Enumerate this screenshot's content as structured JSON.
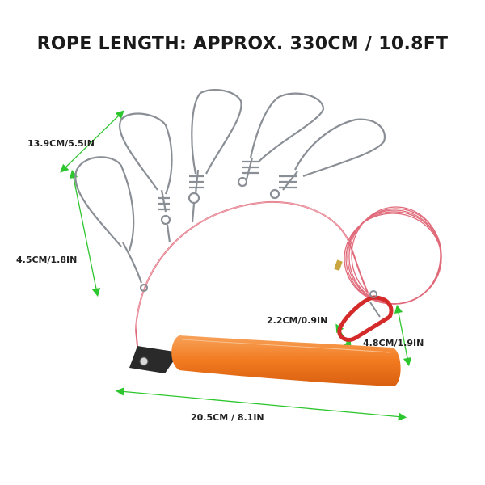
{
  "heading": {
    "text": "ROPE LENGTH: APPROX. 330CM / 10.8FT"
  },
  "dimensions": {
    "clip_length": "13.9CM/5.5IN",
    "clip_width": "4.5CM/1.8IN",
    "carabiner_width": "2.2CM/0.9IN",
    "carabiner_length": "4.8CM/1.9IN",
    "float_length": "20.5CM / 8.1IN"
  },
  "colors": {
    "guide_line": "#2ec62e",
    "cable": "#e06a7a",
    "float": "#f27a1f",
    "carabiner": "#d42a2a",
    "steel": "#8a8f96"
  }
}
